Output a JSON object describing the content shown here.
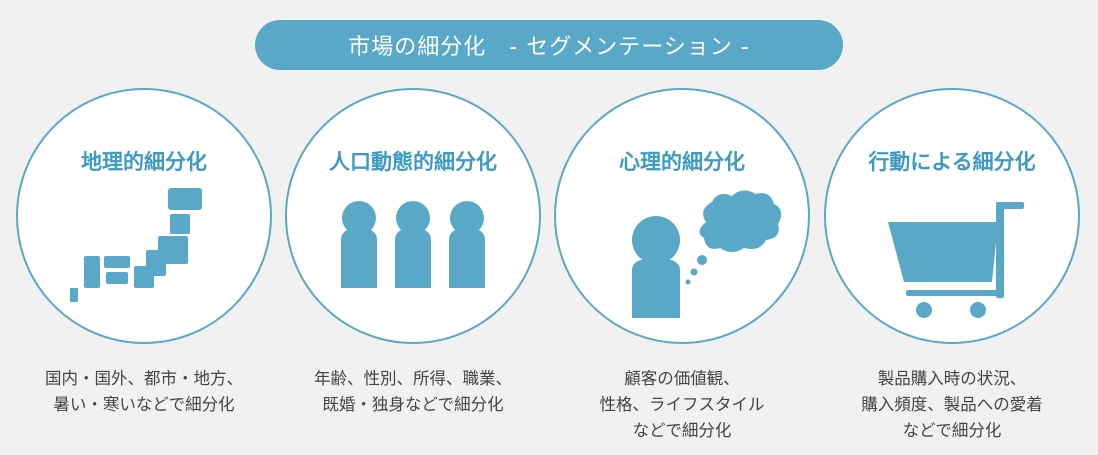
{
  "header": {
    "title": "市場の細分化　- セグメンテーション -"
  },
  "segments": [
    {
      "title": "地理的細分化",
      "icon": "japan-map-icon",
      "desc": [
        "国内・国外、都市・地方、",
        "暑い・寒いなどで細分化"
      ]
    },
    {
      "title": "人口動態的細分化",
      "icon": "people-icon",
      "desc": [
        "年齢、性別、所得、職業、",
        "既婚・独身などで細分化"
      ]
    },
    {
      "title": "心理的細分化",
      "icon": "thinking-person-icon",
      "desc": [
        "顧客の価値観、",
        "性格、ライフスタイル",
        "などで細分化"
      ]
    },
    {
      "title": "行動による細分化",
      "icon": "shopping-cart-icon",
      "desc": [
        "製品購入時の状況、",
        "購入頻度、製品への愛着",
        "などで細分化"
      ]
    }
  ],
  "colors": {
    "accent": "#5aa8c8",
    "title_text": "#3d9bc1",
    "body_text": "#444444",
    "background": "#f1f1f1"
  }
}
